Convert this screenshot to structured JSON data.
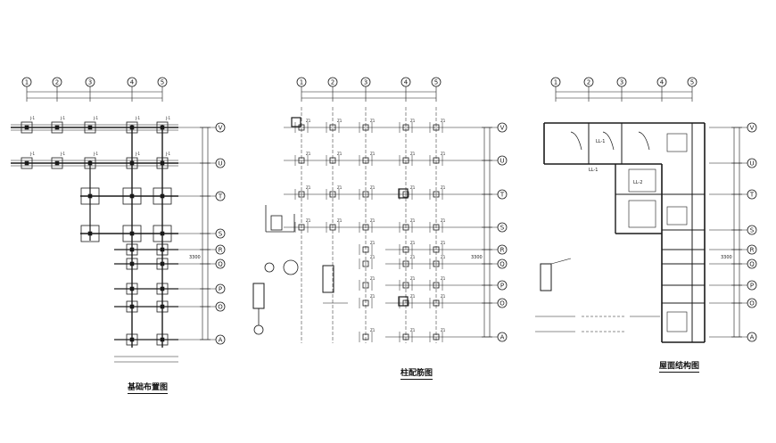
{
  "drawings": [
    {
      "id": "foundation-plan",
      "title": "基础布置图",
      "grid_cols": [
        "①",
        "②",
        "③",
        "④",
        "⑤"
      ],
      "grid_rows": [
        "Ⓥ",
        "Ⓤ",
        "Ⓣ",
        "Ⓢ",
        "Ⓡ",
        "Ⓠ",
        "Ⓟ",
        "Ⓞ",
        "Ⓐ"
      ]
    },
    {
      "id": "column-plan",
      "title": "柱配筋图",
      "grid_cols": [
        "①",
        "②",
        "③",
        "④",
        "⑤"
      ],
      "grid_rows": [
        "Ⓥ",
        "Ⓤ",
        "Ⓣ",
        "Ⓢ",
        "Ⓡ",
        "Ⓠ",
        "Ⓟ",
        "Ⓞ",
        "Ⓐ"
      ]
    },
    {
      "id": "roof-structure-plan",
      "title": "屋面结构图",
      "grid_cols": [
        "①",
        "②",
        "③",
        "④",
        "⑤"
      ],
      "grid_rows": [
        "Ⓥ",
        "Ⓤ",
        "Ⓣ",
        "Ⓢ",
        "Ⓡ",
        "Ⓠ",
        "Ⓟ",
        "Ⓞ",
        "Ⓐ"
      ]
    }
  ],
  "colors": {
    "line": "#1a1a1a",
    "background": "#ffffff"
  }
}
